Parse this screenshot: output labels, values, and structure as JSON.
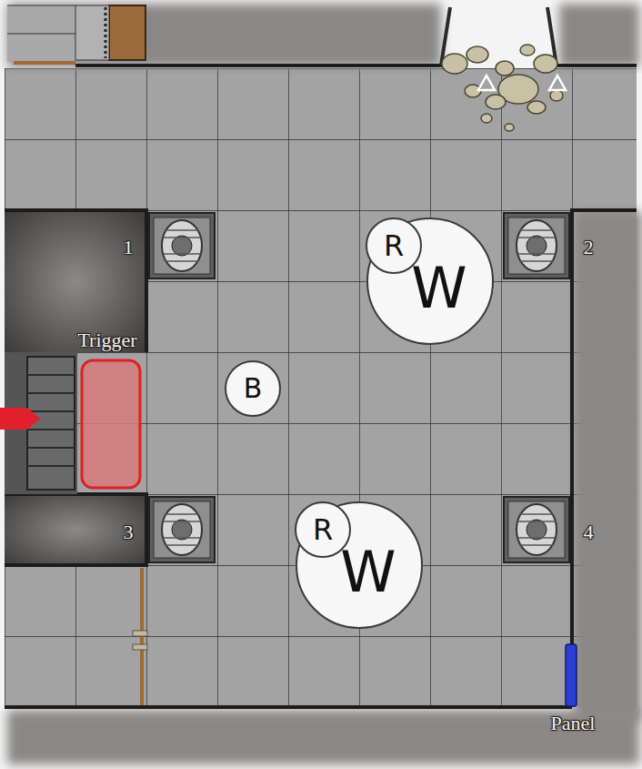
{
  "diagram": {
    "nodes": [
      {
        "text": [
          "W"
        ]
      },
      {
        "text": [
          "R"
        ]
      },
      {
        "text": [
          "B"
        ]
      },
      {
        "text": [
          "W"
        ]
      },
      {
        "text": [
          "R"
        ]
      }
    ],
    "labels": [
      "1",
      "2",
      "Trigger",
      "3",
      "4",
      "Panel"
    ]
  }
}
